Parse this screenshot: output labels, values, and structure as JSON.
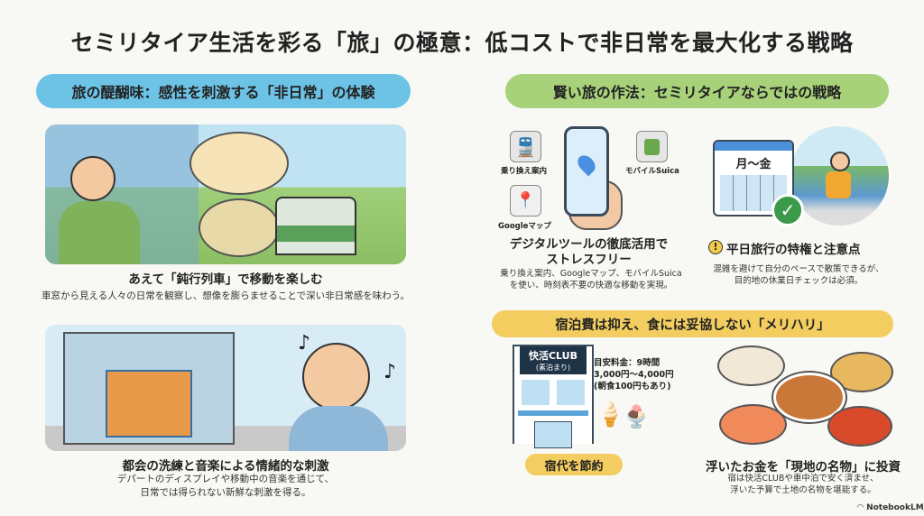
{
  "title": "セミリタイア生活を彩る「旅」の極意：低コストで非日常を最大化する戦略",
  "left": {
    "header": "旅の醍醐味：感性を刺激する「非日常」の体験",
    "item1": {
      "title": "あえて「鈍行列車」で移動を楽しむ",
      "desc": "車窓から見える人々の日常を観察し、想像を膨らませることで深い非日常感を味わう。"
    },
    "item2": {
      "title": "都会の洗練と音楽による情緒的な刺激",
      "desc1": "デパートのディスプレイや移動中の音楽を通じて、",
      "desc2": "日常では得られない新鮮な刺激を得る。"
    }
  },
  "right": {
    "header": "賢い旅の作法：セミリタイアならではの戦略",
    "digital": {
      "app1": "乗り換え案内",
      "app2": "Googleマップ",
      "app3": "モバイルSuica",
      "title1": "デジタルツールの徹底活用で",
      "title2": "ストレスフリー",
      "desc1": "乗り換え案内、Googleマップ、モバイルSuica",
      "desc2": "を使い、時刻表不要の快適な移動を実現。"
    },
    "weekday": {
      "calendar": "月〜金",
      "title": "平日旅行の特権と注意点",
      "desc1": "混雑を避けて自分のペースで散策できるが、",
      "desc2": "目的地の休業日チェックは必須。"
    },
    "lodging": {
      "header": "宿泊費は抑え、食には妥協しない「メリハリ」",
      "sign1": "快活CLUB",
      "sign2": "(素泊まり)",
      "price1": "目安料金：9時間",
      "price2": "3,000円〜4,000円",
      "price3": "(朝食100円もあり)",
      "save": "宿代を節約",
      "food_title": "浮いたお金を「現地の名物」に投資",
      "food_desc1": "宿は快活CLUBや車中泊で安く済ませ、",
      "food_desc2": "浮いた予算で土地の名物を堪能する。"
    }
  },
  "footer": "NotebookLM",
  "colors": {
    "blue": "#6cc3e6",
    "green": "#a8d27a",
    "yellow": "#f3cd5f"
  }
}
